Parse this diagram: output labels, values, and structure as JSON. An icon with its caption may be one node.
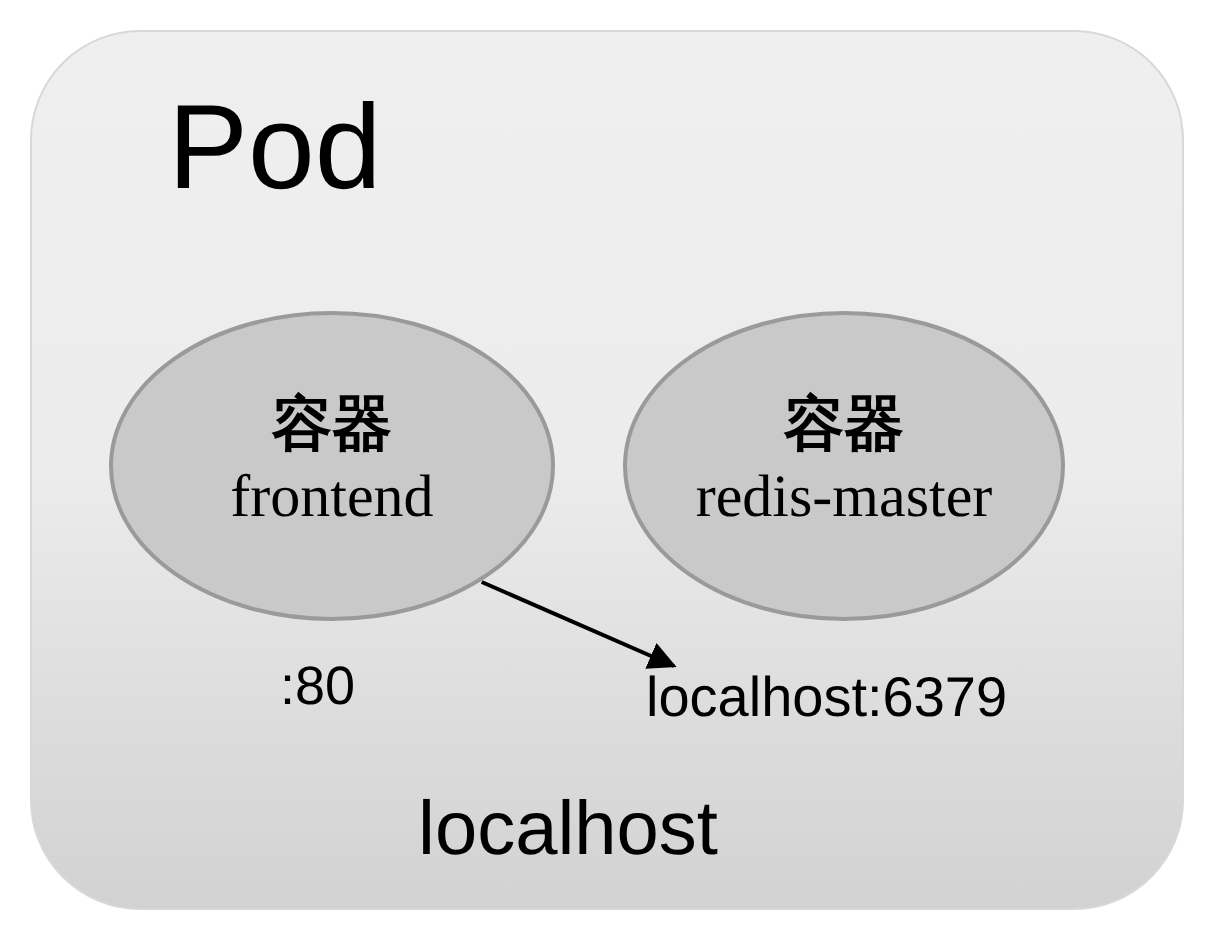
{
  "diagram": {
    "nodes": [
      {
        "text": [
          "Pod",
          "localhost"
        ]
      },
      {
        "text": [
          "容器",
          "frontend"
        ],
        "in": 0,
        "beside": [
          ":80"
        ]
      },
      {
        "text": [
          "容器",
          "redis-master"
        ],
        "in": 0
      },
      {
        "text": [
          "localhost:6379"
        ],
        "in": 0
      }
    ],
    "edges": [
      {
        "from": 1,
        "to": 3,
        "arrow": "to"
      }
    ]
  }
}
